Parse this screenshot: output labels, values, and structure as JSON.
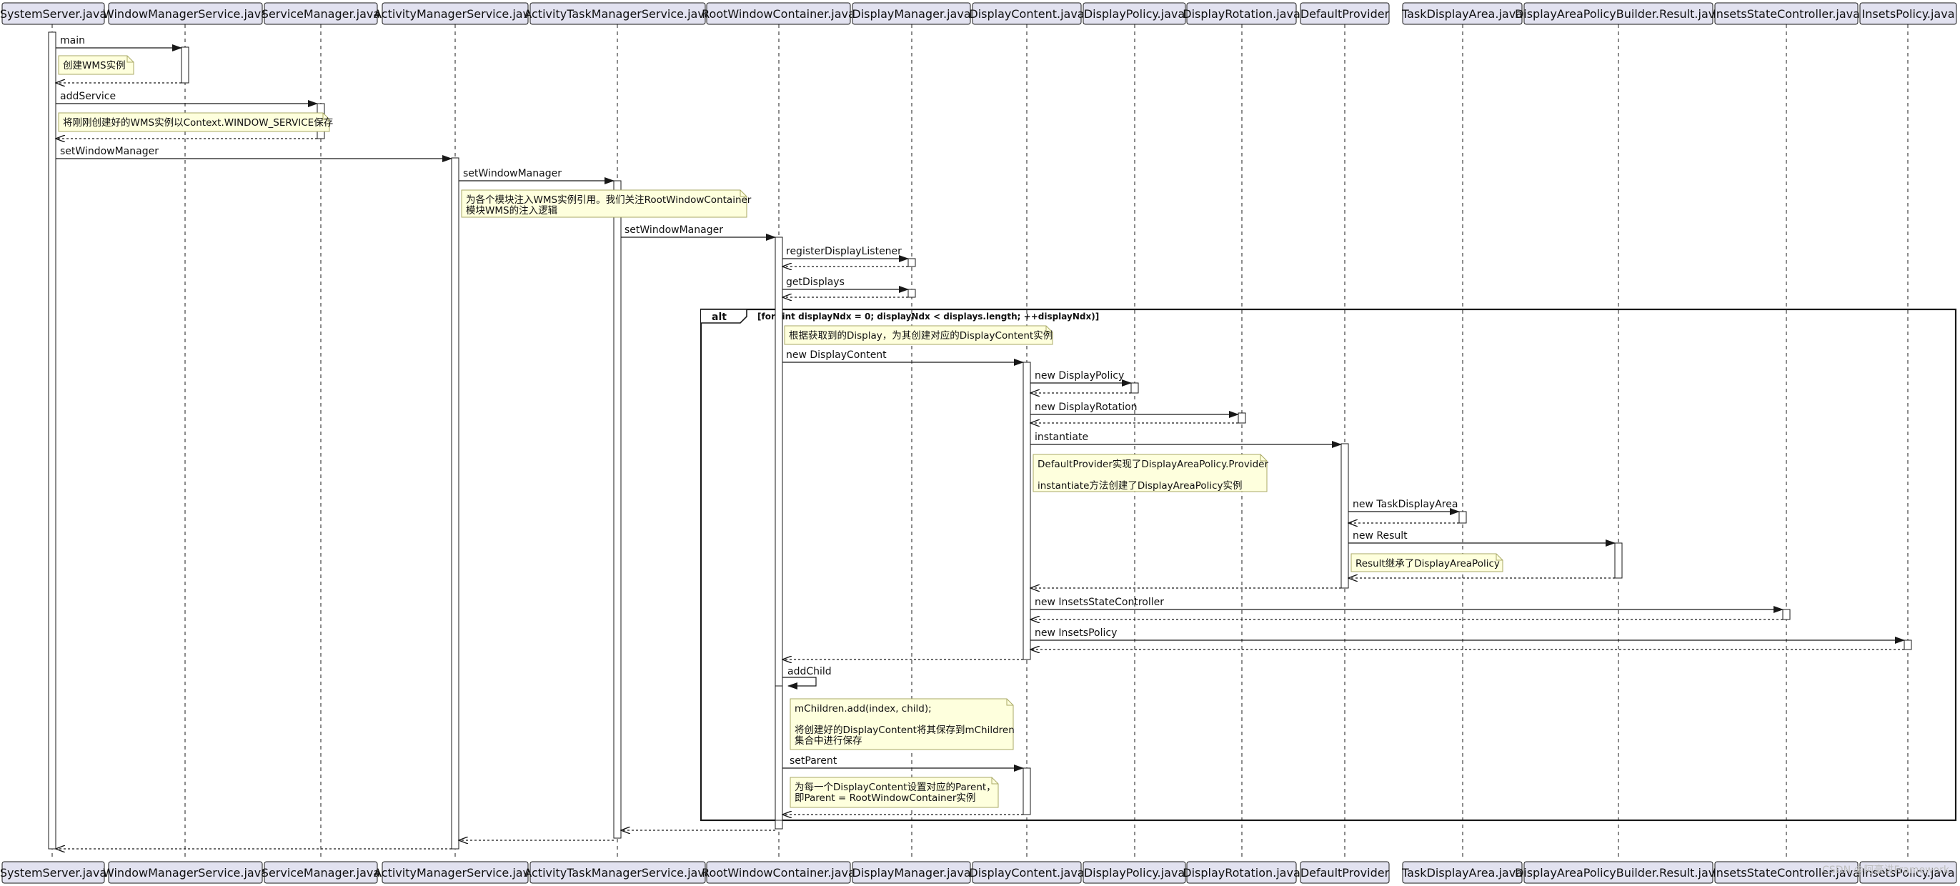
{
  "participants": [
    "SystemServer.java",
    "WindowManagerService.java",
    "ServiceManager.java",
    "ActivityManagerService.java",
    "ActivityTaskManagerService.java",
    "RootWindowContainer.java",
    "DisplayManager.java",
    "DisplayContent.java",
    "DisplayPolicy.java",
    "DisplayRotation.java",
    "DefaultProvider",
    "TaskDisplayArea.java",
    "DisplayAreaPolicyBuilder.Result.java",
    "InsetsStateController.java",
    "InsetsPolicy.java"
  ],
  "messages": [
    {
      "from": 0,
      "to": 1,
      "label": "main",
      "kind": "call"
    },
    {
      "from": 1,
      "to": 0,
      "label": "",
      "kind": "return"
    },
    {
      "from": 0,
      "to": 2,
      "label": "addService",
      "kind": "call"
    },
    {
      "from": 2,
      "to": 0,
      "label": "",
      "kind": "return"
    },
    {
      "from": 0,
      "to": 3,
      "label": "setWindowManager",
      "kind": "call"
    },
    {
      "from": 3,
      "to": 4,
      "label": "setWindowManager",
      "kind": "call"
    },
    {
      "from": 4,
      "to": 5,
      "label": "setWindowManager",
      "kind": "call"
    },
    {
      "from": 5,
      "to": 6,
      "label": "registerDisplayListener",
      "kind": "call"
    },
    {
      "from": 6,
      "to": 5,
      "label": "",
      "kind": "return"
    },
    {
      "from": 5,
      "to": 6,
      "label": "getDisplays",
      "kind": "call"
    },
    {
      "from": 6,
      "to": 5,
      "label": "",
      "kind": "return"
    },
    {
      "from": 5,
      "to": 7,
      "label": "new DisplayContent",
      "kind": "call"
    },
    {
      "from": 7,
      "to": 8,
      "label": "new DisplayPolicy",
      "kind": "call"
    },
    {
      "from": 8,
      "to": 7,
      "label": "",
      "kind": "return"
    },
    {
      "from": 7,
      "to": 9,
      "label": "new DisplayRotation",
      "kind": "call"
    },
    {
      "from": 9,
      "to": 7,
      "label": "",
      "kind": "return"
    },
    {
      "from": 7,
      "to": 10,
      "label": "instantiate",
      "kind": "call"
    },
    {
      "from": 10,
      "to": 11,
      "label": "new TaskDisplayArea",
      "kind": "call"
    },
    {
      "from": 11,
      "to": 10,
      "label": "",
      "kind": "return"
    },
    {
      "from": 10,
      "to": 12,
      "label": "new Result",
      "kind": "call"
    },
    {
      "from": 12,
      "to": 10,
      "label": "",
      "kind": "return"
    },
    {
      "from": 10,
      "to": 7,
      "label": "",
      "kind": "return"
    },
    {
      "from": 7,
      "to": 13,
      "label": "new InsetsStateController",
      "kind": "call"
    },
    {
      "from": 13,
      "to": 7,
      "label": "",
      "kind": "return"
    },
    {
      "from": 7,
      "to": 14,
      "label": "new InsetsPolicy",
      "kind": "call"
    },
    {
      "from": 14,
      "to": 7,
      "label": "",
      "kind": "return"
    },
    {
      "from": 7,
      "to": 5,
      "label": "",
      "kind": "return"
    },
    {
      "from": 5,
      "to": 5,
      "label": "addChild",
      "kind": "self"
    },
    {
      "from": 5,
      "to": 7,
      "label": "setParent",
      "kind": "call"
    },
    {
      "from": 7,
      "to": 5,
      "label": "",
      "kind": "return"
    },
    {
      "from": 5,
      "to": 4,
      "label": "",
      "kind": "return"
    },
    {
      "from": 4,
      "to": 3,
      "label": "",
      "kind": "return"
    },
    {
      "from": 3,
      "to": 0,
      "label": "",
      "kind": "return"
    }
  ],
  "notes": [
    {
      "lines": [
        "创建WMS实例"
      ]
    },
    {
      "lines": [
        "将刚刚创建好的WMS实例以Context.WINDOW_SERVICE保存"
      ]
    },
    {
      "lines": [
        "为各个模块注入WMS实例引用。我们关注RootWindowContainer",
        "模块WMS的注入逻辑"
      ]
    },
    {
      "lines": [
        "根据获取到的Display，为其创建对应的DisplayContent实例"
      ]
    },
    {
      "lines": [
        "DefaultProvider实现了DisplayAreaPolicy.Provider",
        "",
        "instantiate方法创建了DisplayAreaPolicy实例"
      ]
    },
    {
      "lines": [
        "Result继承了DisplayAreaPolicy"
      ]
    },
    {
      "lines": [
        "mChildren.add(index, child);",
        "",
        "将创建好的DisplayContent将其保存到mChildren",
        "集合中进行保存"
      ]
    },
    {
      "lines": [
        "为每一个DisplayContent设置对应的Parent，",
        "即Parent = RootWindowContainer实例"
      ]
    }
  ],
  "fragment": {
    "keyword": "alt",
    "condition": "[for (int displayNdx = 0; displayNdx < displays.length; ++displayNdx)]"
  },
  "watermark": "CSDN @阿豪讲Framework",
  "colors": {
    "participant_fill": "#E2E2F0",
    "participant_border": "#181818",
    "note_fill": "#FEFFDD",
    "note_border": "#AAAA66",
    "line": "#181818"
  }
}
